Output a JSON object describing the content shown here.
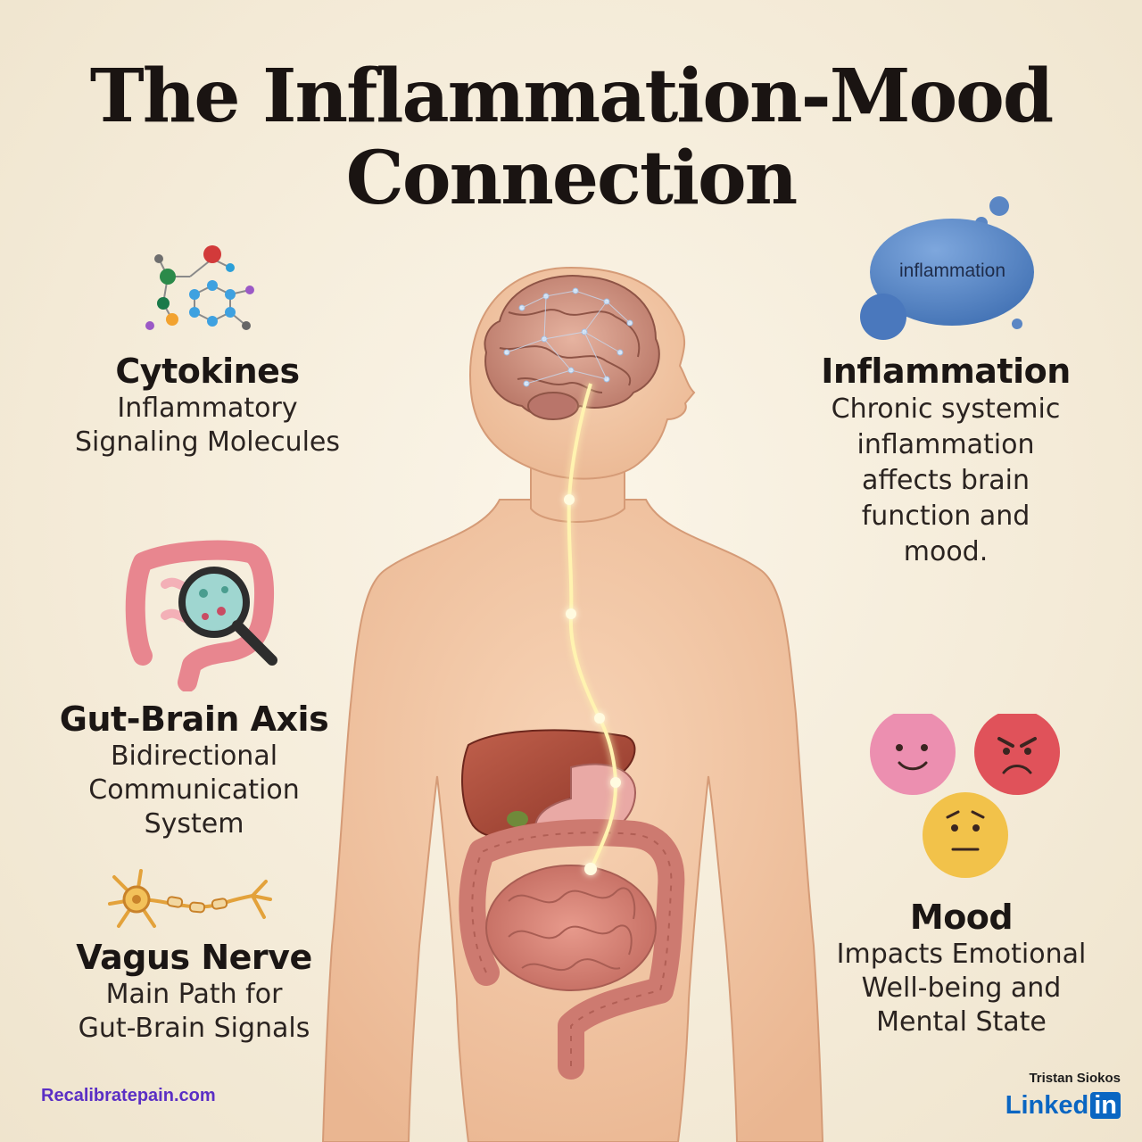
{
  "title": {
    "line1": "The Inflammation-Mood",
    "line2": "Connection"
  },
  "cards": {
    "cytokines": {
      "heading": "Cytokines",
      "lines": [
        "Inflammatory",
        "Signaling Molecules"
      ]
    },
    "gut_brain_axis": {
      "heading": "Gut-Brain Axis",
      "lines": [
        "Bidirectional",
        "Communication",
        "System"
      ]
    },
    "vagus_nerve": {
      "heading": "Vagus Nerve",
      "lines": [
        "Main Path for",
        "Gut-Brain Signals"
      ]
    },
    "inflammation": {
      "heading": "Inflammation",
      "lines": [
        "Chronic systemic",
        "inflammation",
        "affects brain",
        "function and",
        "mood."
      ],
      "bubble_label": "inflammation"
    },
    "mood": {
      "heading": "Mood",
      "lines": [
        "Impacts Emotional",
        "Well-being and",
        "Mental State"
      ]
    }
  },
  "footer": {
    "website": "Recalibratepain.com",
    "author": "Tristan Siokos",
    "linkedin_word": "Linked",
    "linkedin_badge": "in"
  },
  "icons": {
    "molecule": "molecule-icon",
    "intestine_magnifier": "intestine-magnifier-icon",
    "neuron": "neuron-icon",
    "bubble": "inflammation-bubble-icon",
    "faces": [
      "happy-face-icon",
      "angry-face-icon",
      "sad-face-icon"
    ]
  },
  "colors": {
    "background": "#f6efdf",
    "skin": "#f2c6a6",
    "brain": "#d79d8c",
    "liver": "#a8493a",
    "intestine": "#d9847a",
    "vagus_glow": "#fff3b0",
    "bubble": "#5a86c4",
    "happy_face": "#ec8fb0",
    "angry_face": "#e0525a",
    "sad_face": "#f2c24a",
    "website_text": "#5b2fc4",
    "linkedin": "#0a66c2"
  }
}
